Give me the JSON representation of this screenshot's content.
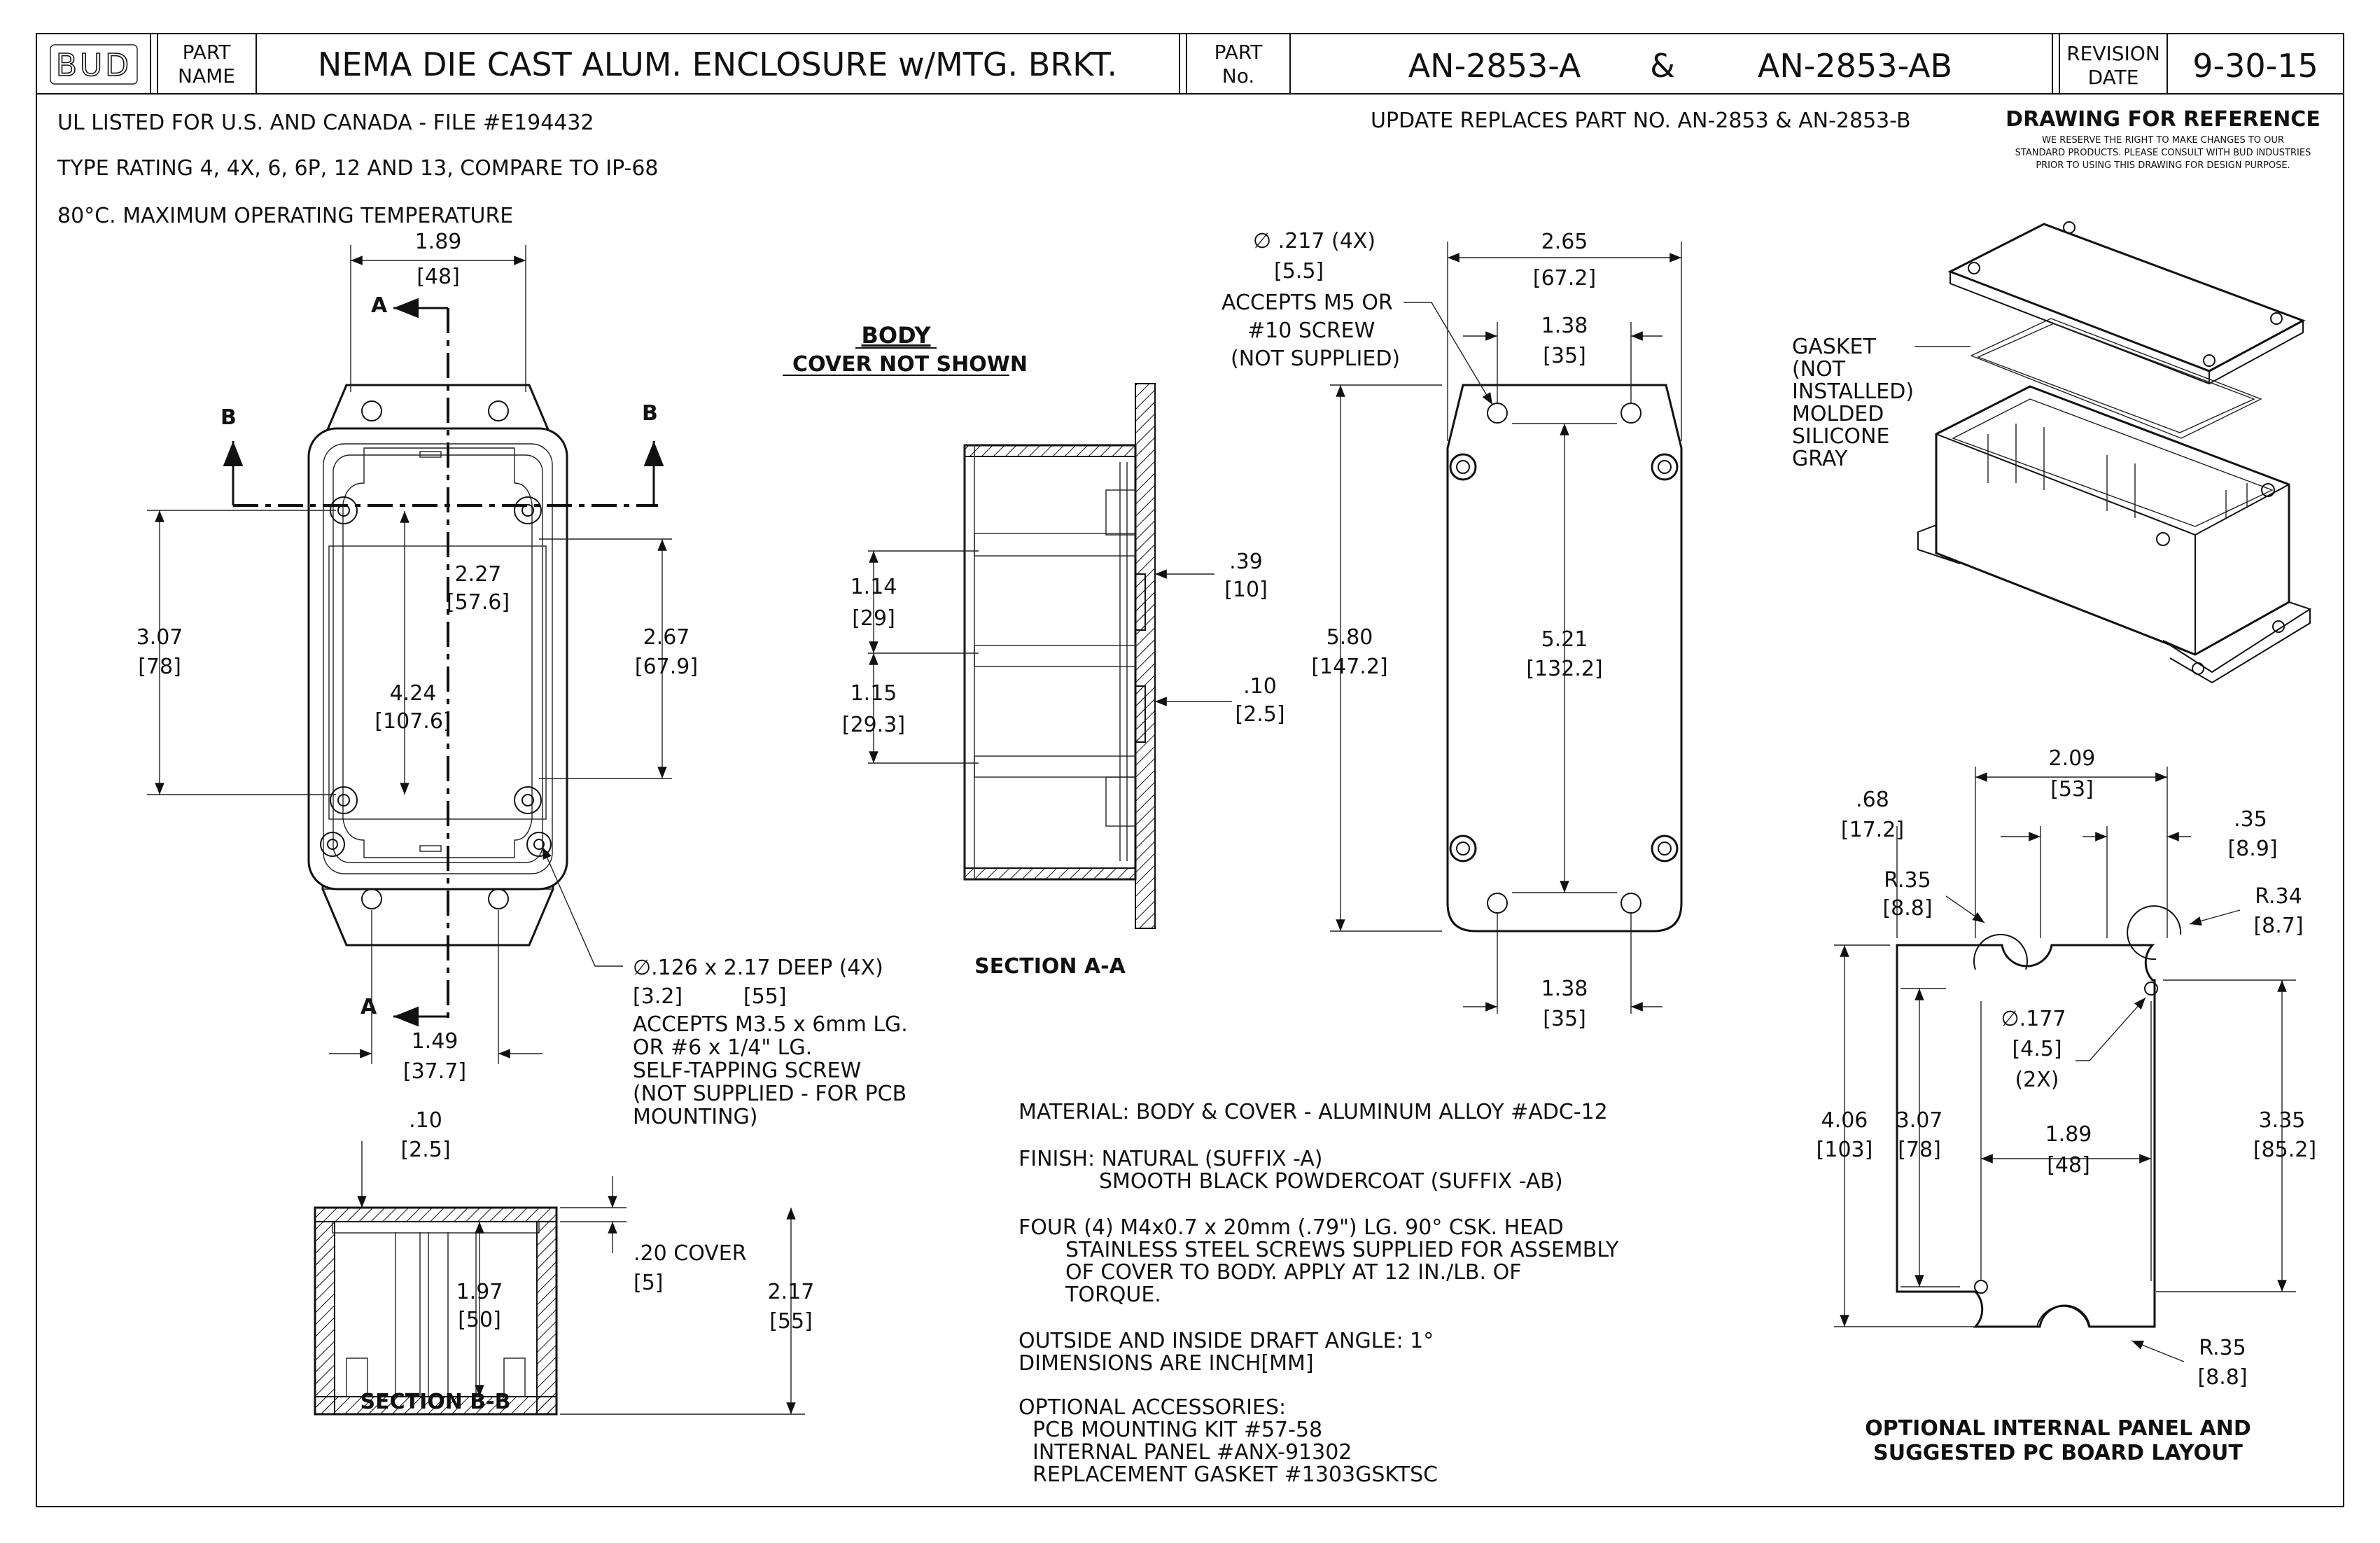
{
  "title_block": {
    "logo": "BUD",
    "part_name_label_1": "PART",
    "part_name_label_2": "NAME",
    "part_name": "NEMA DIE CAST ALUM. ENCLOSURE w/MTG. BRKT.",
    "part_no_label_1": "PART",
    "part_no_label_2": "No.",
    "part_no_1": "AN-2853-A",
    "part_no_amp": "&",
    "part_no_2": "AN-2853-AB",
    "revision_label_1": "REVISION",
    "revision_label_2": "DATE",
    "revision_date": "9-30-15"
  },
  "notes_top": {
    "ul": "UL LISTED FOR U.S. AND CANADA - FILE #E194432",
    "type_rating": "TYPE RATING 4, 4X, 6, 6P, 12 AND 13, COMPARE TO IP-68",
    "temperature": "80°C. MAXIMUM OPERATING TEMPERATURE",
    "update": "UPDATE REPLACES PART NO. AN-2853 & AN-2853-B",
    "reference_title": "DRAWING FOR REFERENCE",
    "reference_line1": "WE RESERVE THE RIGHT TO MAKE CHANGES TO OUR",
    "reference_line2": "STANDARD PRODUCTS. PLEASE CONSULT WITH BUD INDUSTRIES",
    "reference_line3": "PRIOR TO USING THIS DRAWING FOR DESIGN PURPOSE."
  },
  "body_view": {
    "title": "BODY",
    "subtitle": "COVER NOT SHOWN",
    "section_a": "A",
    "section_b": "B",
    "dim_width_in": "1.89",
    "dim_width_mm": "[48]",
    "dim_inner_w_in": "2.27",
    "dim_inner_w_mm": "[57.6]",
    "dim_inner_h_in": "4.24",
    "dim_inner_h_mm": "[107.6]",
    "dim_left_in": "3.07",
    "dim_left_mm": "[78]",
    "dim_right_in": "2.67",
    "dim_right_mm": "[67.9]",
    "dim_bottom_in": "1.49",
    "dim_bottom_mm": "[37.7]",
    "hole_spec": "∅.126 x  2.17  DEEP (4X)",
    "hole_mm_1": "[3.2]",
    "hole_mm_2": "[55]",
    "hole_note_1": "ACCEPTS M3.5 x 6mm LG.",
    "hole_note_2": "OR #6 x 1/4\" LG.",
    "hole_note_3": "SELF-TAPPING SCREW",
    "hole_note_4": "(NOT SUPPLIED - FOR PCB",
    "hole_note_5": "MOUNTING)"
  },
  "section_aa": {
    "title": "SECTION A-A",
    "d1_in": "1.14",
    "d1_mm": "[29]",
    "d2_in": "1.15",
    "d2_mm": "[29.3]",
    "d3_in": ".39",
    "d3_mm": "[10]",
    "d4_in": ".10",
    "d4_mm": "[2.5]"
  },
  "bottom_view": {
    "hole_in": "∅ .217 (4X)",
    "hole_mm": "[5.5]",
    "accepts_1": "ACCEPTS M5 OR",
    "accepts_2": "#10 SCREW",
    "accepts_3": "(NOT SUPPLIED)",
    "w_in": "2.65",
    "w_mm": "[67.2]",
    "top_in": "1.38",
    "top_mm": "[35]",
    "h_in": "5.80",
    "h_mm": "[147.2]",
    "hc_in": "5.21",
    "hc_mm": "[132.2]",
    "bot_in": "1.38",
    "bot_mm": "[35]"
  },
  "section_bb": {
    "title": "SECTION B-B",
    "lip_in": ".10",
    "lip_mm": "[2.5]",
    "cover_in": ".20 COVER",
    "cover_mm": "[5]",
    "inner_in": "1.97",
    "inner_mm": "[50]",
    "outer_in": "2.17",
    "outer_mm": "[55]"
  },
  "gasket": {
    "line1": "GASKET",
    "line2": "(NOT",
    "line3": "INSTALLED)",
    "line4": "MOLDED",
    "line5": "SILICONE",
    "line6": "GRAY"
  },
  "specs": {
    "material": "MATERIAL: BODY & COVER - ALUMINUM ALLOY #ADC-12",
    "finish_1": "FINISH: NATURAL (SUFFIX -A)",
    "finish_2": "SMOOTH BLACK POWDERCOAT (SUFFIX -AB)",
    "screws_1": "FOUR (4) M4x0.7 x 20mm (.79\") LG. 90° CSK. HEAD",
    "screws_2": "STAINLESS STEEL SCREWS SUPPLIED FOR ASSEMBLY",
    "screws_3": "OF COVER TO BODY. APPLY AT 12 IN./LB. OF",
    "screws_4": "TORQUE.",
    "draft": "OUTSIDE AND INSIDE DRAFT ANGLE: 1°",
    "units": "DIMENSIONS ARE INCH[MM]",
    "acc_title": "OPTIONAL ACCESSORIES:",
    "acc_1": "PCB MOUNTING KIT #57-58",
    "acc_2": "INTERNAL PANEL #ANX-91302",
    "acc_3": "REPLACEMENT GASKET #1303GSKTSC"
  },
  "panel": {
    "title_1": "OPTIONAL INTERNAL PANEL AND",
    "title_2": "SUGGESTED PC BOARD LAYOUT",
    "w_in": "2.09",
    "w_mm": "[53]",
    "l_in": ".68",
    "l_mm": "[17.2]",
    "r_in": ".35",
    "r_mm": "[8.9]",
    "r1_in": "R.35",
    "r1_mm": "[8.8]",
    "r2_in": "R.34",
    "r2_mm": "[8.7]",
    "r3_in": "R.35",
    "r3_mm": "[8.8]",
    "hole_in": "∅.177",
    "hole_mm": "[4.5]",
    "hole_qty": "(2X)",
    "h1_in": "4.06",
    "h1_mm": "[103]",
    "h2_in": "3.07",
    "h2_mm": "[78]",
    "h3_in": "3.35",
    "h3_mm": "[85.2]",
    "iw_in": "1.89",
    "iw_mm": "[48]"
  }
}
